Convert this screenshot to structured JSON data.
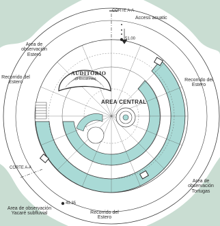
{
  "labels": {
    "corte_top": "CORTE A-A",
    "acceso": "Access acuatic",
    "elevation_top": "51.00",
    "area_obs_estero": "Area de observación Estero",
    "recorrido_estero_left": "Recorrido del Estero",
    "recorrido_estero_right": "Recorrido del Estero",
    "auditorio": "AUDITORIO",
    "auditorio_sub": "(3 Escalones)",
    "area_central": "AREA CENTRAL",
    "corte_left": "CORTE A-A",
    "elevation_bottom": "49.35",
    "area_obs_yacare": "Area de observación Yacaré subfluvial",
    "recorrido_estero_bottom": "Recorrido del Estero",
    "area_obs_tortugas": "Area de observación Tortugas"
  },
  "colors": {
    "teal": "#a9dad6",
    "green": "#c9ddd2",
    "line": "#3a3a3a"
  }
}
